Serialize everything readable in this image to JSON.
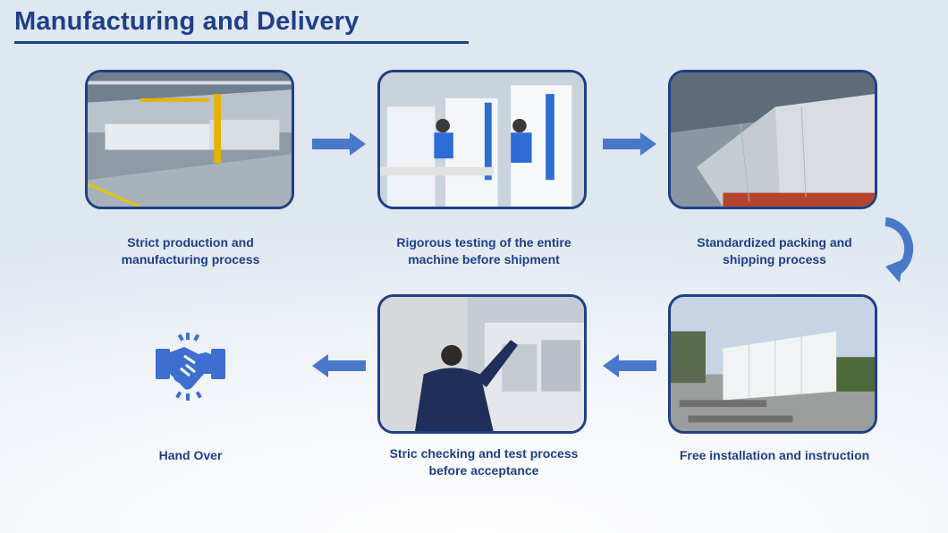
{
  "header": {
    "title": "Manufacturing and Delivery"
  },
  "steps": [
    {
      "caption_line1": "Strict production and",
      "caption_line2": "manufacturing process"
    },
    {
      "caption_line1": "Rigorous testing of the entire",
      "caption_line2": "machine before shipment"
    },
    {
      "caption_line1": "Standardized packing and",
      "caption_line2": "shipping process"
    },
    {
      "caption_line1": "Free installation and instruction",
      "caption_line2": ""
    },
    {
      "caption_line1": "Stric checking and test process",
      "caption_line2": "before acceptance"
    },
    {
      "caption_line1": "Hand Over",
      "caption_line2": ""
    }
  ],
  "icons": {
    "final_step": "handshake-icon",
    "flow_arrow": "right-arrow-icon",
    "return_arrow": "left-arrow-icon",
    "turn_arrow": "curved-down-arrow-icon"
  },
  "colors": {
    "accent": "#1f3f86",
    "arrow": "#4a78c9",
    "icon": "#3e6ed0"
  }
}
